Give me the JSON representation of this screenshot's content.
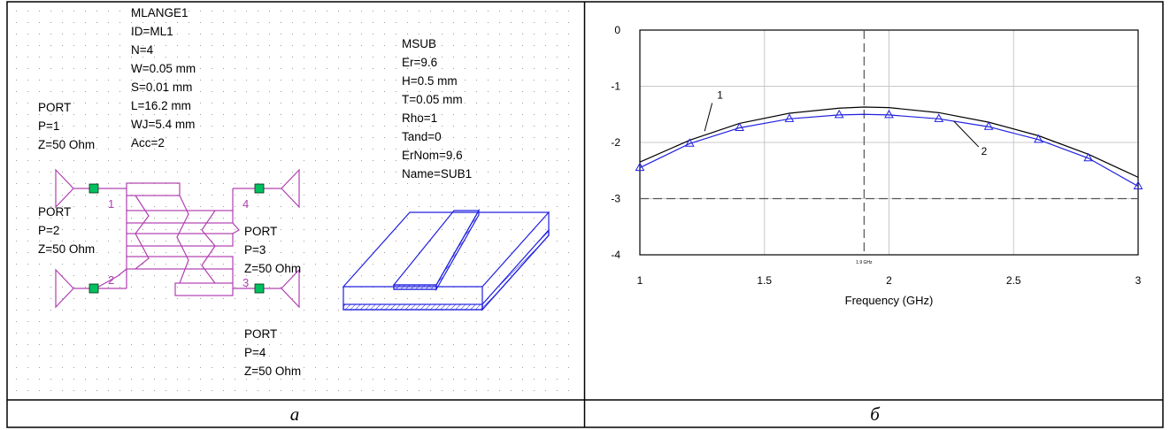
{
  "schematic": {
    "mlange": [
      "MLANGE1",
      "ID=ML1",
      "N=4",
      "W=0.05 mm",
      "S=0.01 mm",
      "L=16.2 mm",
      "WJ=5.4 mm",
      "Acc=2"
    ],
    "msub": [
      "MSUB",
      "Er=9.6",
      "H=0.5 mm",
      "T=0.05 mm",
      "Rho=1",
      "Tand=0",
      "ErNom=9.6",
      "Name=SUB1"
    ],
    "port1": [
      "PORT",
      "P=1",
      "Z=50 Ohm"
    ],
    "port2": [
      "PORT",
      "P=2",
      "Z=50 Ohm"
    ],
    "port3": [
      "PORT",
      "P=3",
      "Z=50 Ohm"
    ],
    "port4": [
      "PORT",
      "P=4",
      "Z=50 Ohm"
    ],
    "pin_numbers": [
      "1",
      "2",
      "3",
      "4"
    ],
    "colors": {
      "component": "#b040b0",
      "node": "#00c060",
      "substrate": "#2020e0",
      "grid_dot": "#9a9a9a"
    }
  },
  "chart_data": {
    "type": "line",
    "xlabel": "Frequency (GHz)",
    "ylabel": "",
    "xlim": [
      1,
      3
    ],
    "ylim": [
      -4,
      0
    ],
    "x_ticks": [
      "1",
      "1.5",
      "2",
      "2.5",
      "3"
    ],
    "y_ticks": [
      "0",
      "-1",
      "-2",
      "-3",
      "-4"
    ],
    "grid": true,
    "marker_line": {
      "x": 1.9,
      "label": "1.9 GHz"
    },
    "reference_line": {
      "y": -3
    },
    "series": [
      {
        "name": "1",
        "color": "#000000",
        "marker": "none",
        "x": [
          1.0,
          1.2,
          1.4,
          1.6,
          1.8,
          1.9,
          2.0,
          2.2,
          2.4,
          2.6,
          2.8,
          3.0
        ],
        "y": [
          -2.35,
          -1.96,
          -1.66,
          -1.48,
          -1.39,
          -1.37,
          -1.38,
          -1.47,
          -1.64,
          -1.88,
          -2.21,
          -2.62
        ]
      },
      {
        "name": "2",
        "color": "#2020e0",
        "marker": "triangle",
        "x": [
          1.0,
          1.2,
          1.4,
          1.6,
          1.8,
          1.9,
          2.0,
          2.2,
          2.4,
          2.6,
          2.8,
          3.0
        ],
        "y": [
          -2.45,
          -2.02,
          -1.74,
          -1.58,
          -1.51,
          -1.5,
          -1.51,
          -1.58,
          -1.72,
          -1.95,
          -2.28,
          -2.78
        ]
      }
    ]
  },
  "captions": {
    "left": "a",
    "right": "б"
  }
}
